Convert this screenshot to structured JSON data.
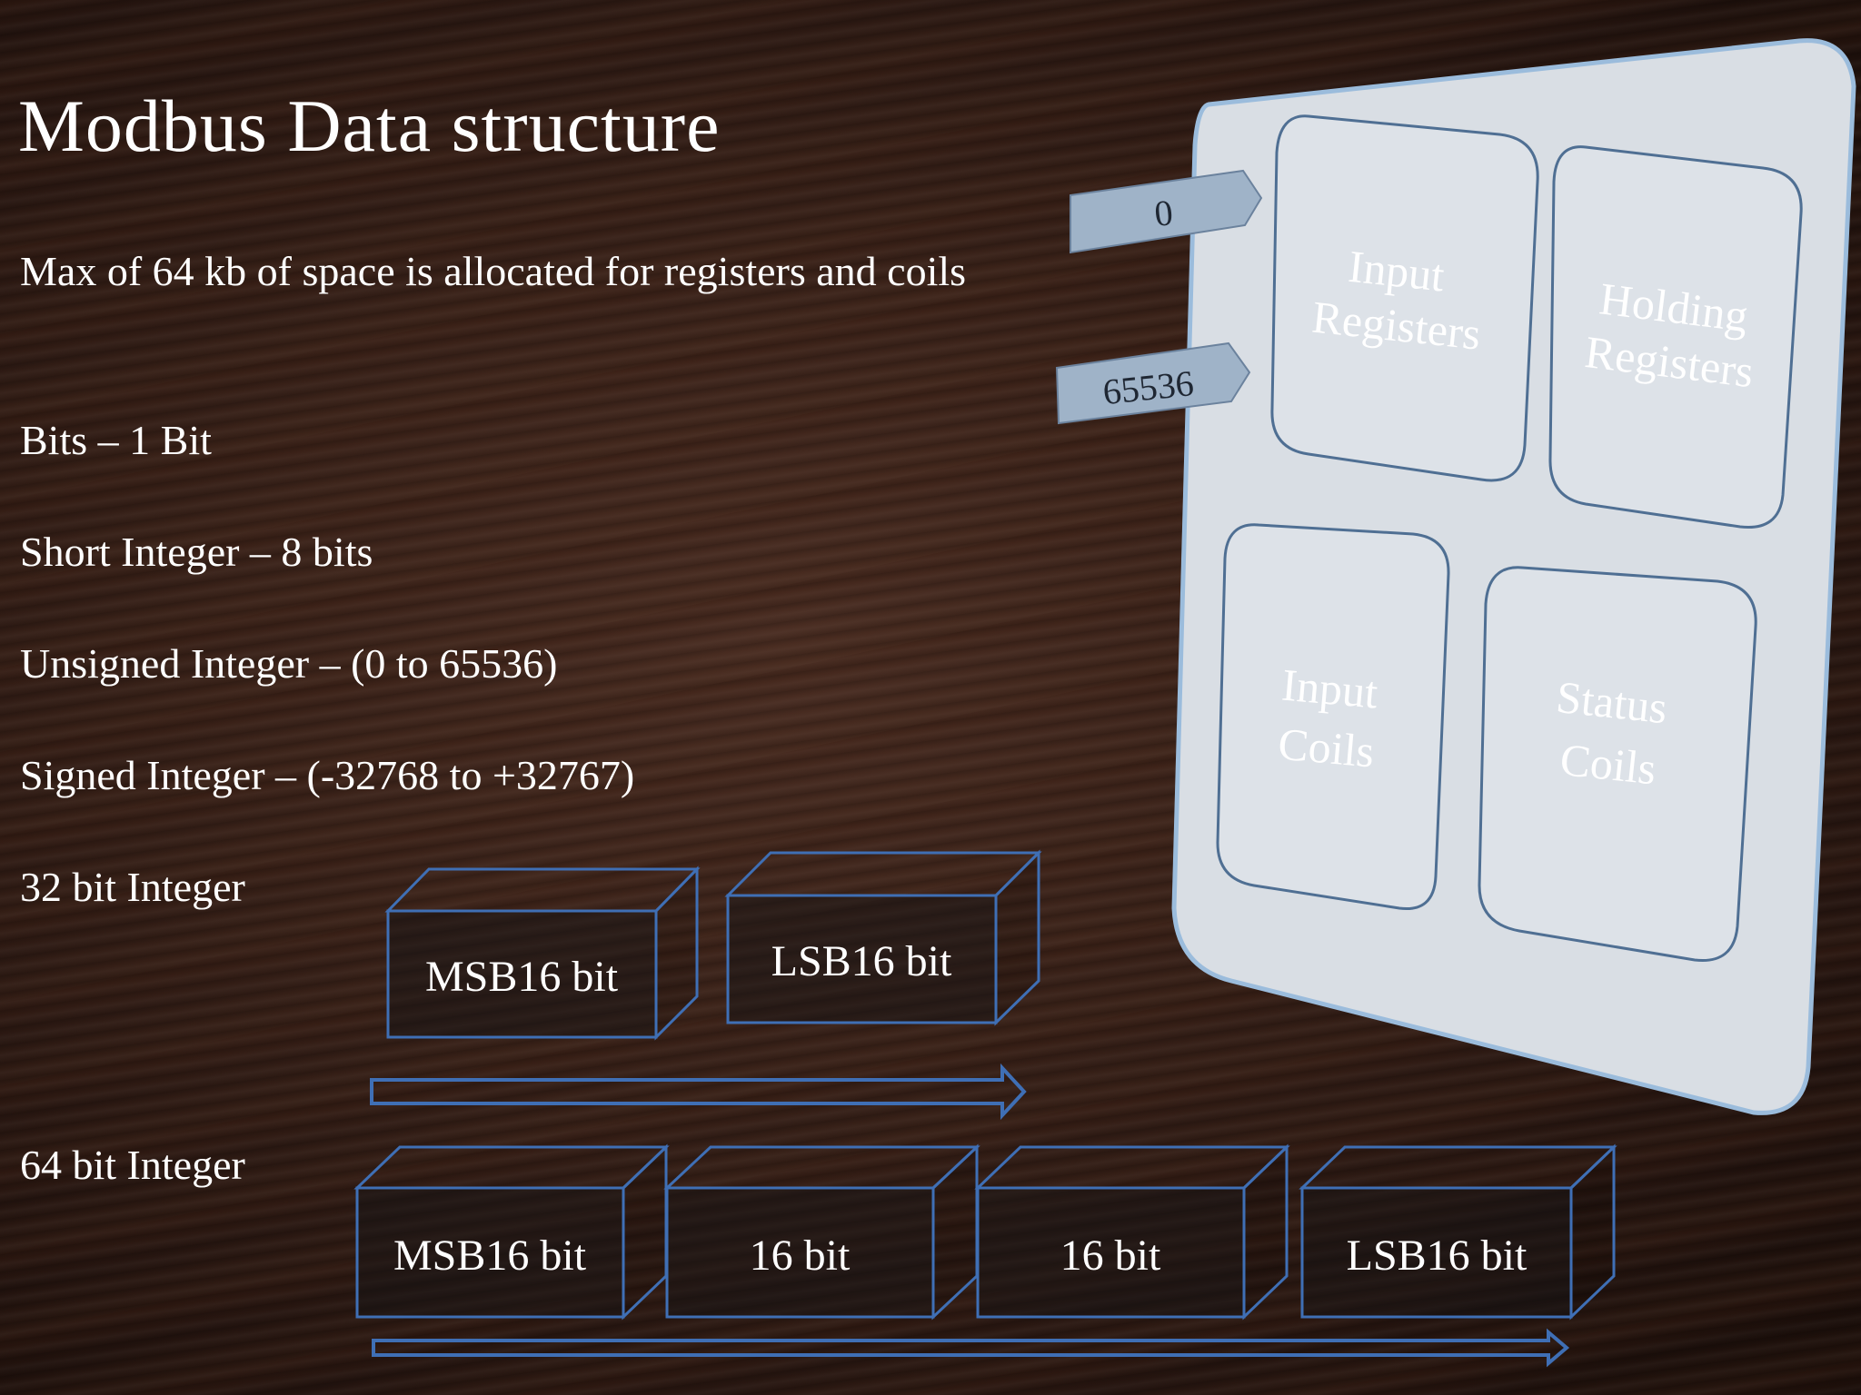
{
  "slide": {
    "title": "Modbus Data structure",
    "bullets": [
      "Max of 64 kb of space is allocated for registers and coils",
      "Bits – 1 Bit",
      "Short Integer – 8 bits",
      "Unsigned Integer – (0 to 65536)",
      "Signed Integer – (-32768 to +32767)",
      "32 bit Integer",
      "64 bit Integer"
    ]
  },
  "int32_blocks": [
    "MSB16 bit",
    "LSB16 bit"
  ],
  "int64_blocks": [
    "MSB16 bit",
    "16 bit",
    "16 bit",
    "LSB16 bit"
  ],
  "memory_card": {
    "regions": [
      "Input Registers",
      "Holding Registers",
      "Input Coils",
      "Status Coils"
    ],
    "region_lines": [
      [
        "Input",
        "Registers"
      ],
      [
        "Holding",
        "Registers"
      ],
      [
        "Input",
        "Coils"
      ],
      [
        "Status",
        "Coils"
      ]
    ],
    "address_tags": [
      "0",
      "65536"
    ]
  },
  "colors": {
    "box_stroke": "#3f6fb5",
    "card_fill": "#d8dde3",
    "card_stroke": "#8fb2d6",
    "tag_fill": "#9fb1c6"
  }
}
